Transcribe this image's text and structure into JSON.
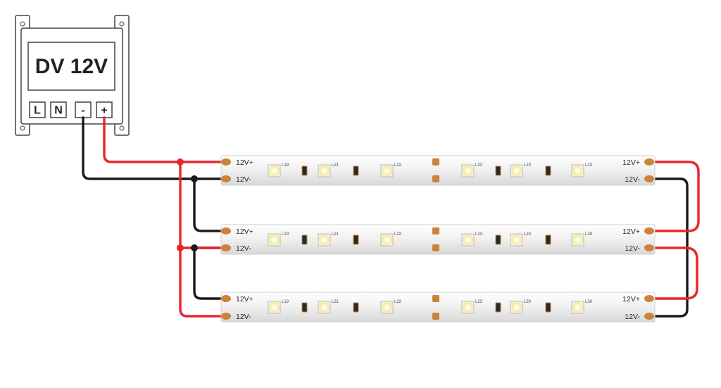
{
  "power_supply": {
    "title": "DV 12V",
    "terminals": [
      "L",
      "N",
      "-",
      "+"
    ]
  },
  "strips": [
    {
      "left_labels": [
        "12V+",
        "12V-"
      ],
      "right_labels": [
        "12V+",
        "12V-"
      ],
      "leds": [
        "L19",
        "L21",
        "L22",
        "L22",
        "L23",
        "L23"
      ]
    },
    {
      "left_labels": [
        "12V+",
        "12V-"
      ],
      "right_labels": [
        "12V+",
        "12V-"
      ],
      "leds": [
        "L19",
        "L21",
        "L22",
        "L23",
        "L23",
        "L28"
      ]
    },
    {
      "left_labels": [
        "12V+",
        "12V-"
      ],
      "right_labels": [
        "12V+",
        "12V-"
      ],
      "leds": [
        "L19",
        "L21",
        "L22",
        "L23",
        "L20",
        "L30"
      ]
    }
  ],
  "colors": {
    "positive_wire": "#e8262b",
    "negative_wire": "#1a1a1a",
    "pad": "#c9843a",
    "strip": "#f4f4f4"
  }
}
